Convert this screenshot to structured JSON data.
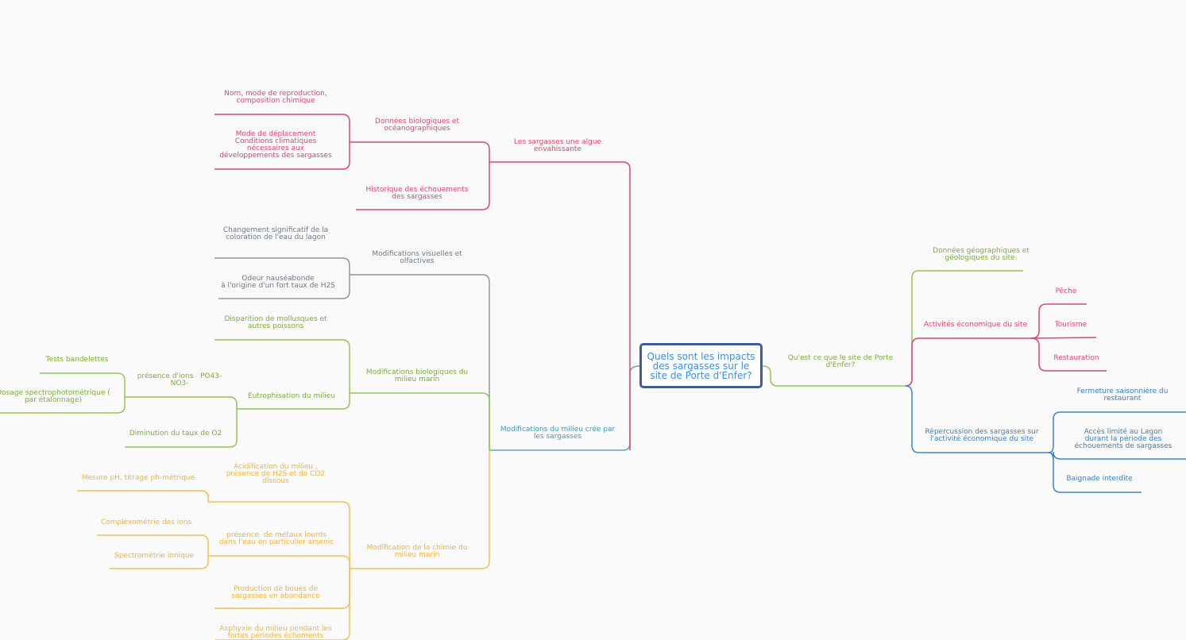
{
  "colors": {
    "red": "#d8496b",
    "gray": "#8b96a3",
    "green": "#96c35a",
    "yellow": "#f6bf55",
    "teal": "#62a6bf",
    "blue": "#3f85c2",
    "root_border": "#3e5d96",
    "root_text": "#3a8ee6"
  },
  "root": "Quels sont les impacts\ndes sargasses sur le\nsite de Porte d'Enfer?",
  "left": {
    "sargasses": {
      "label": "Les sargasses une algue\nenvahissante",
      "donnees": {
        "label": "Données biologiques et\nocéanographiques",
        "nom": "Nom, mode de reproduction,\ncomposition chimique",
        "mode": "Mode de déplacement\nConditions climatiques\nnécessaires aux\ndéveloppements des sargasses"
      },
      "historique": "Historique des échouements\ndes sargasses"
    },
    "modifications": {
      "label": "Modifications du milieu crée par\nles sargasses",
      "visuelles": {
        "label": "Modifications visuelles et\nolfactives",
        "changement": "Changement significatif de la\ncoloration de l'eau du lagon",
        "odeur": "Odeur nauséabonde\nà l'origine d'un fort taux de H2S"
      },
      "biologiques": {
        "label": "Modifications biologiques du\nmilieu marin",
        "disparition": "Disparition de mollusques et\nautres poissons",
        "eutrophisation": {
          "label": "Eutrophisation du milieu",
          "ions": {
            "label": "présence d'ions   PO43-\nNO3-",
            "tests": "Tests bandelettes",
            "dosage": "Dosage spectrophotométrique (\npar étalonnage)"
          },
          "diminution": "Diminution du taux de O2"
        }
      },
      "chimie": {
        "label": "Modification de la chimie du\nmilieu marin",
        "acidification": {
          "label": "Acidification du milieu ,\nprésence de H2S et de CO2\ndissous",
          "mesure": "Mesure pH, titrage ph-métrique"
        },
        "metaux": {
          "label": "présence  de métaux lourds\ndans l'eau en particulier arsenic",
          "complexometrie": "Complexométrie des ions",
          "spectrometrie": "Spectrométrie ionique"
        },
        "boues": "Production de boues de\nsargasses en abondance",
        "asphyxie": "Asphyxie du milieu pendant les\nfortes périodes échoments"
      }
    }
  },
  "right": {
    "site": {
      "label": "Qu'est ce que le site de Porte\nd'Enfer?",
      "geo": "Données géographiques et\ngéologiques du site.",
      "activites": {
        "label": "Activités économique du site",
        "peche": "Pêche",
        "tourisme": "Tourisme",
        "restauration": "Restauration"
      },
      "repercussion": {
        "label": "Répercussion des sargasses sur\nl'activité économique du site",
        "fermeture": "Fermeture saisonnière du\nrestaurant",
        "acces": "Accès limité au Lagon\ndurant la période des\néchouements de sargasses",
        "baignade": "Baignade interdite"
      }
    }
  }
}
